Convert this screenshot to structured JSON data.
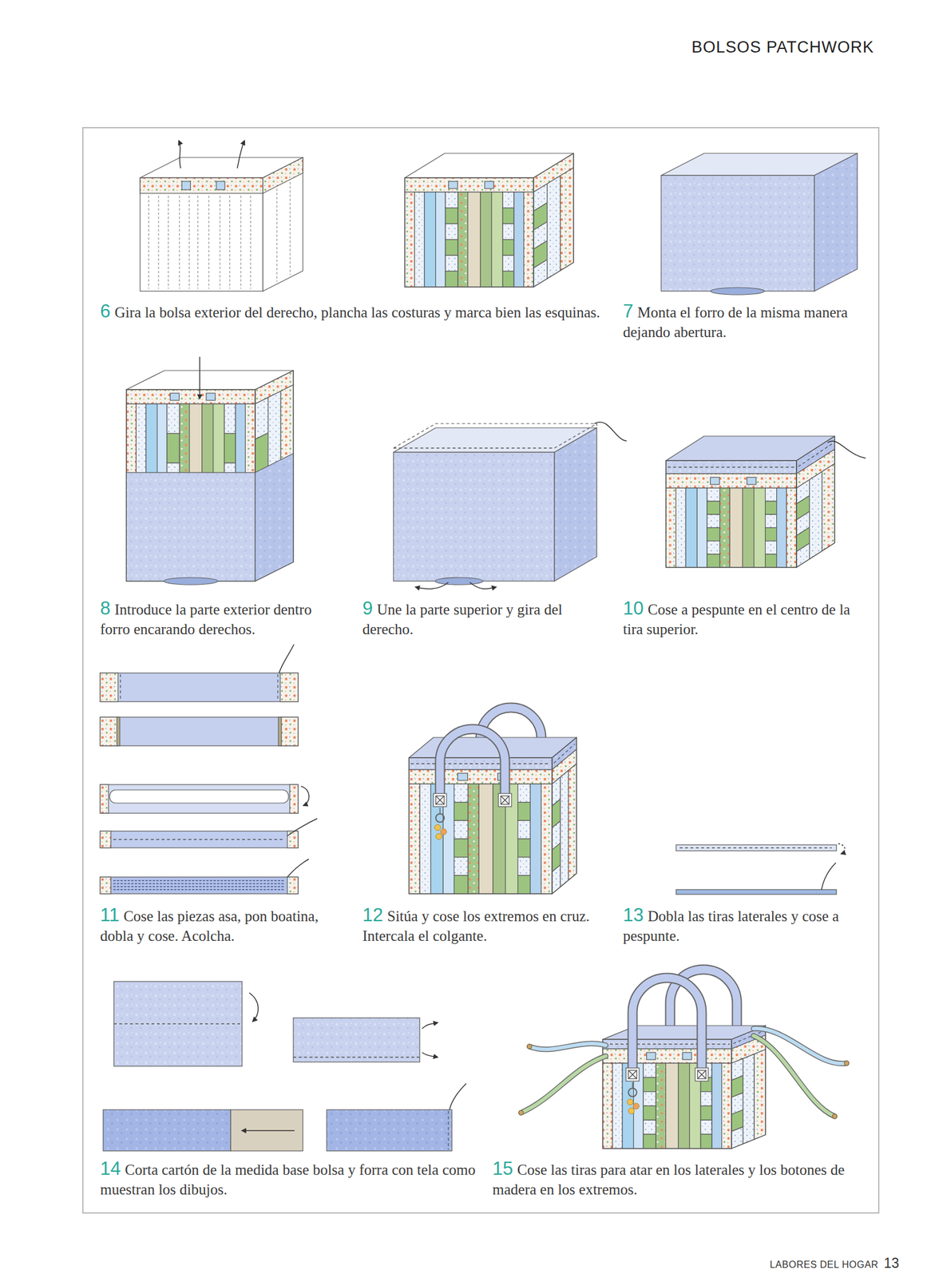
{
  "diagram": {
    "title": "BOLSOS PATCHWORK",
    "labels": [
      "6",
      "Gira la bolsa exterior del derecho, plancha las costuras y marca bien las esquinas.",
      "7",
      "Monta el forro de la misma manera dejando abertura.",
      "8",
      "Introduce la parte exterior dentro forro encarando derechos.",
      "9",
      "Une la parte superior y gira del derecho.",
      "10",
      "Cose a pespunte en el centro de la tira superior.",
      "11",
      "Cose las piezas asa, pon boatina, dobla y cose. Acolcha.",
      "12",
      "Sitúa y cose los extremos en cruz. Intercala el colgante.",
      "13",
      "Dobla las tiras laterales y cose a pespunte.",
      "14",
      "Corta cartón de la medida base bolsa y forra con tela como muestran los dibujos.",
      "15",
      "Cose las tiras para atar en los laterales y los botones de madera en los extremos.",
      "LABORES DEL HOGAR",
      "13"
    ]
  }
}
